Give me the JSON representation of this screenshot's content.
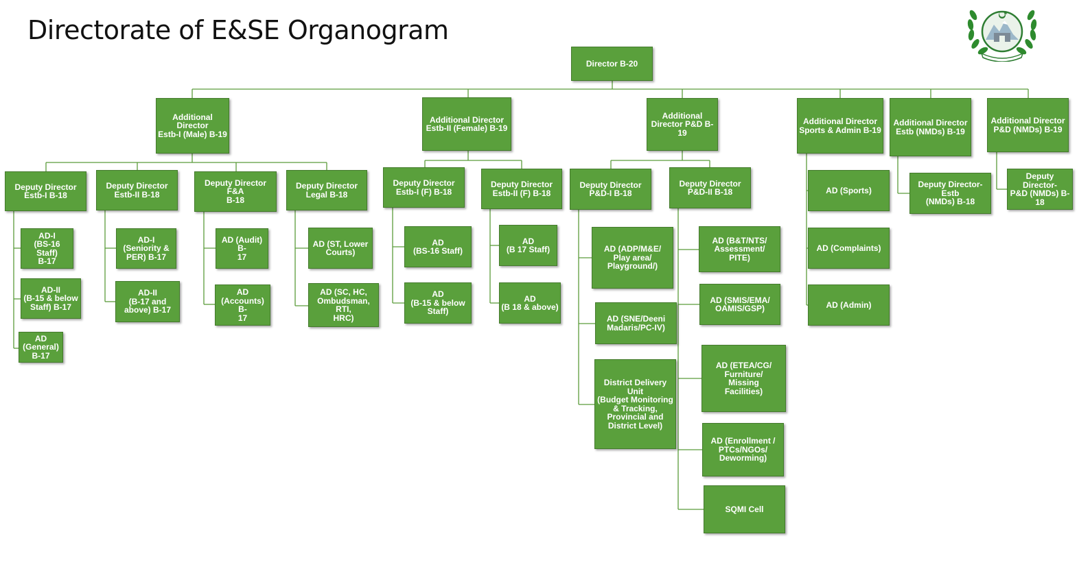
{
  "title": "Directorate of E&SE Organogram",
  "colors": {
    "box": "#5aa03c",
    "border": "#437a2b",
    "line": "#5a9c3a",
    "text": "#ffffff"
  },
  "nodes": {
    "director": "Director B-20",
    "ad_estb1": "Additional Director\nEstb-I (Male) B-19",
    "ad_estb2": "Additional Director\nEstb-II (Female) B-19",
    "ad_pd": "Additional\nDirector P&D B-19",
    "ad_sports": "Additional Director\nSports & Admin B-19",
    "ad_estb_nmd": "Additional Director\nEstb (NMDs) B-19",
    "ad_pd_nmd": "Additional Director\nP&D (NMDs) B-19",
    "dd_estb1": "Deputy Director\nEstb-I B-18",
    "dd_estb2": "Deputy Director\nEstb-II B-18",
    "dd_fa": "Deputy Director F&A\nB-18",
    "dd_legal": "Deputy Director\nLegal B-18",
    "dd_estb1f": "Deputy Director\nEstb-I (F) B-18",
    "dd_estb2f": "Deputy Director\nEstb-II (F) B-18",
    "dd_pd1": "Deputy Director\nP&D-I B-18",
    "dd_pd2": "Deputy Director\nP&D-II B-18",
    "dd_estb_nmd": "Deputy Director-Estb\n(NMDs) B-18",
    "dd_pd_nmd": "Deputy Director-\nP&D (NMDs) B-\n18",
    "ad_i_bs16": "AD-I\n(BS-16 Staff)\nB-17",
    "ad_ii_b15": "AD-II\n(B-15 & below\nStaff) B-17",
    "ad_general": "AD\n(General)\nB-17",
    "ad_i_seniority": "AD-I\n(Seniority &\nPER) B-17",
    "ad_ii_b17": "AD-II\n(B-17 and\nabove) B-17",
    "ad_audit": "AD (Audit) B-\n17",
    "ad_accounts": "AD\n(Accounts) B-\n17",
    "ad_st": "AD (ST, Lower\nCourts)",
    "ad_sc": "AD (SC, HC,\nOmbudsman, RTI,\nHRC)",
    "ad_bs16f": "AD\n(BS-16 Staff)",
    "ad_b15f": "AD\n(B-15 & below\nStaff)",
    "ad_b17f": "AD\n(B 17 Staff)",
    "ad_b18f": "AD\n(B 18 & above)",
    "ad_adp": "AD (ADP/M&E/\nPlay area/\nPlayground/)",
    "ad_sne": "AD (SNE/Deeni\nMadaris/PC-IV)",
    "ddu": "District Delivery Unit\n(Budget Monitoring\n& Tracking,\nProvincial and\nDistrict Level)",
    "ad_bt": "AD (B&T/NTS/\nAssessment/\nPITE)",
    "ad_smis": "AD (SMIS/EMA/\nOAMIS/GSP)",
    "ad_etea": "AD (ETEA/CG/\nFurniture/\nMissing\nFacilities)",
    "ad_enroll": "AD (Enrollment /\nPTCs/NGOs/\nDeworming)",
    "sqmi": "SQMI Cell",
    "ad_sports_unit": "AD (Sports)",
    "ad_complaints": "AD (Complaints)",
    "ad_admin": "AD (Admin)"
  }
}
